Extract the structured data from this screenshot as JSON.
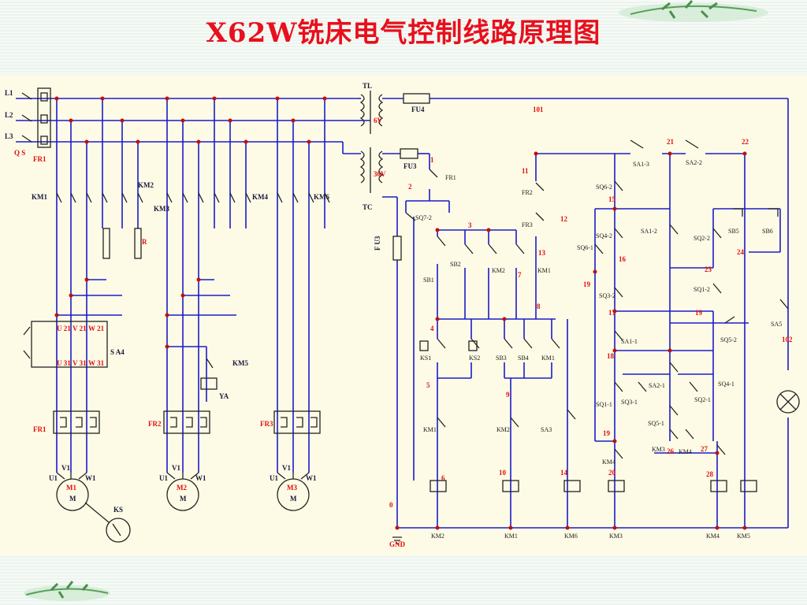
{
  "title": "X62W铣床电气控制线路原理图",
  "colors": {
    "wire": "#1c1cc8",
    "device": "#222",
    "red": "#e01010",
    "bg": "#fdfbe6"
  },
  "labels": {
    "L1": "L1",
    "L2": "L2",
    "L3": "L3",
    "QS": "Q S",
    "FR1": "FR1",
    "KM1": "KM1",
    "KM2": "KM2",
    "KM3": "KM3",
    "KM4": "KM4",
    "KM6": "KM6",
    "R": "R",
    "SA4": "S A4",
    "U21": "U 21",
    "V21": "V 21",
    "W21": "W 21",
    "U31": "U 31",
    "V31": "V 31",
    "W31": "W 31",
    "KM5": "KM5",
    "YA": "YA",
    "FR1b": "FR1",
    "FR2": "FR2",
    "FR3": "FR3",
    "V1a": "V1",
    "U1a": "U1",
    "W1a": "W1",
    "M1": "M1",
    "Ma": "M",
    "KS": "KS",
    "V1b": "V1",
    "U1b": "U1",
    "W1b": "W1",
    "M2": "M2",
    "Mb": "M",
    "V1c": "V1",
    "U1c": "U1",
    "W1c": "W1",
    "M3": "M3",
    "Mc": "M",
    "TL": "TL",
    "TC": "TC",
    "v6": "6V",
    "v36": "36V",
    "FU4": "FU4",
    "FU3": "FU3",
    "FU3v": "F U3",
    "GND": "GND",
    "n101": "101",
    "n1": "1",
    "n2": "2",
    "n3": "3",
    "n4": "4",
    "n5": "5",
    "n6": "6",
    "n7": "7",
    "n8": "8",
    "n9": "9",
    "n10": "10",
    "n11": "11",
    "n12": "12",
    "n13": "13",
    "n14": "14",
    "n15": "15",
    "n16": "16",
    "n17": "17",
    "n18": "18",
    "n19a": "19",
    "n19b": "19",
    "n19c": "19",
    "n20": "20",
    "n21": "21",
    "n22": "22",
    "n23": "23",
    "n24": "24",
    "n26": "26",
    "n27": "27",
    "n28": "28",
    "n0": "0",
    "n102": "102",
    "FR1c": "FR1",
    "SQ72": "SQ7-2",
    "SB2": "SB2",
    "SB1": "SB1",
    "KM2c": "KM2",
    "KM1c": "KM1",
    "KS1": "KS1",
    "KS2": "KS2",
    "SB3": "SB3",
    "SB4": "SB4",
    "KM1d": "KM1",
    "KM1e": "KM1",
    "KM2e": "KM2",
    "SA3": "SA3",
    "FR2c": "FR2",
    "FR3c": "FR3",
    "SQ62": "SQ6-2",
    "SQ42": "SQ4-2",
    "SQ61": "SQ6-1",
    "SQ32": "SQ3-2",
    "SA13": "SA1-3",
    "SA22": "SA2-2",
    "SA12": "SA1-2",
    "SQ22": "SQ2-2",
    "SB5": "SB5",
    "SB6": "SB6",
    "SQ12": "SQ1-2",
    "SA11": "SA1-1",
    "SQ52": "SQ5-2",
    "SA5": "SA5",
    "SA21": "SA2-1",
    "SQ41": "SQ4-1",
    "SQ11": "SQ1-1",
    "SQ31": "SQ3-1",
    "SQ21": "SQ2-1",
    "SQ51": "SQ5-1",
    "KM3c": "KM3",
    "KM4c": "KM4",
    "KM4d": "KM4",
    "cKM2": "KM2",
    "cKM1": "KM1",
    "cKM6": "KM6",
    "cKM3": "KM3",
    "cKM4": "KM4",
    "cKM5": "KM5"
  }
}
